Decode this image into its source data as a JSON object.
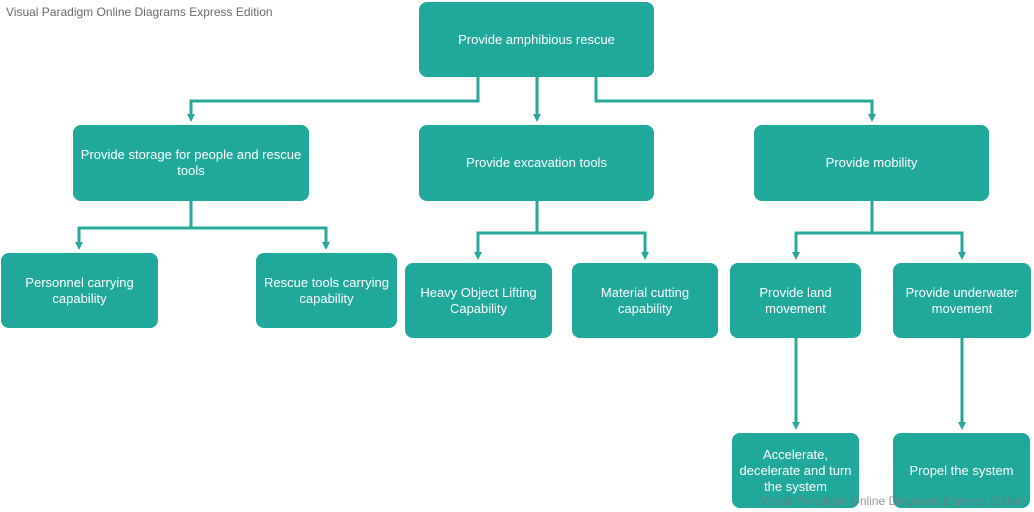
{
  "watermark": {
    "top": "Visual Paradigm Online Diagrams Express Edition",
    "bottom": "Visual Paradigm Online Diagrams Express Edition"
  },
  "colors": {
    "node_fill": "#20a89b",
    "connector": "#27a89b"
  },
  "nodes": {
    "root": "Provide amphibious rescue",
    "storage": "Provide storage for people and rescue tools",
    "excavation": "Provide excavation tools",
    "mobility": "Provide mobility",
    "personnel": "Personnel carrying capability",
    "rescue_tools": "Rescue tools carrying capability",
    "heavy_lifting": "Heavy Object Lifting Capability",
    "material_cutting": "Material cutting capability",
    "land_movement": "Provide land movement",
    "underwater_movement": "Provide underwater movement",
    "accelerate": "Accelerate, decelerate and turn the system",
    "propel": "Propel the system"
  }
}
